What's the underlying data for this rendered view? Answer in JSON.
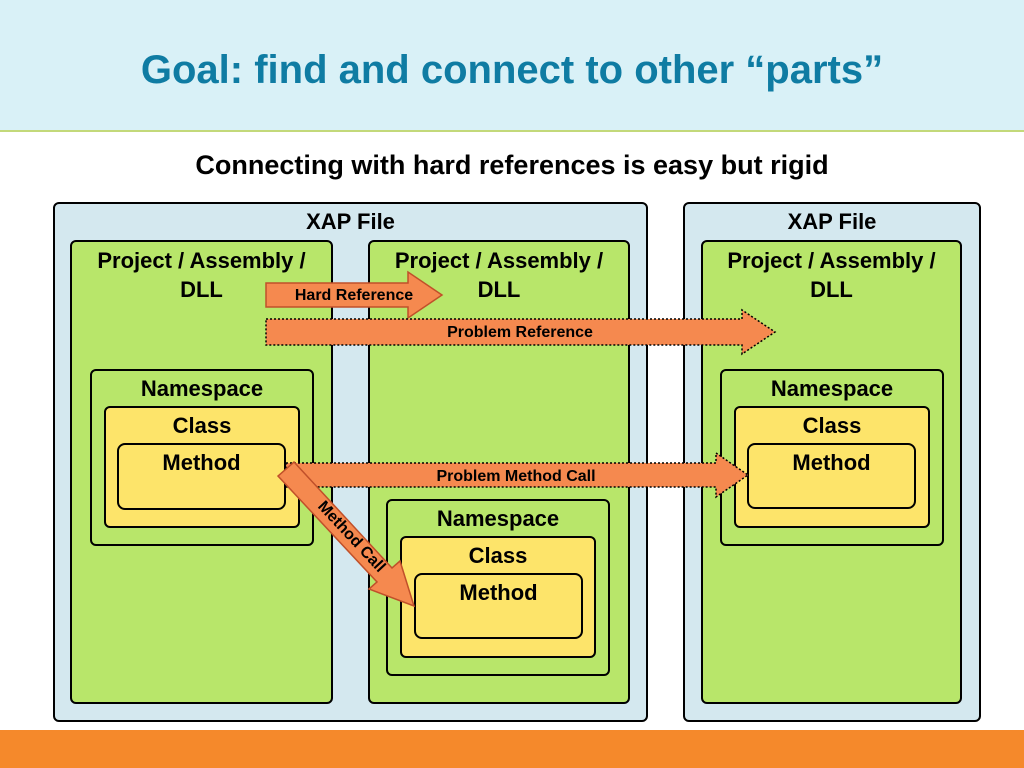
{
  "title": "Goal:  find and connect to other “parts”",
  "subtitle": "Connecting with hard references is easy but rigid",
  "xap_left": {
    "label": "XAP File",
    "project_a": {
      "label": "Project / Assembly / DLL",
      "namespace": {
        "label": "Namespace",
        "class": {
          "label": "Class",
          "method": "Method"
        }
      }
    },
    "project_b": {
      "label": "Project / Assembly / DLL",
      "namespace": {
        "label": "Namespace",
        "class": {
          "label": "Class",
          "method": "Method"
        }
      }
    }
  },
  "xap_right": {
    "label": "XAP File",
    "project": {
      "label": "Project / Assembly / DLL",
      "namespace": {
        "label": "Namespace",
        "class": {
          "label": "Class",
          "method": "Method"
        }
      }
    }
  },
  "arrows": {
    "hard_reference": "Hard Reference",
    "problem_reference": "Problem Reference",
    "problem_method_call": "Problem Method Call",
    "method_call": "Method Call"
  },
  "colors": {
    "header_bg": "#d9f1f7",
    "title": "#0f7ca3",
    "xap_bg": "#d4e8ef",
    "project_bg": "#b8e66a",
    "class_bg": "#fde46a",
    "arrow": "#f5894f",
    "footer": "#f5892b"
  }
}
